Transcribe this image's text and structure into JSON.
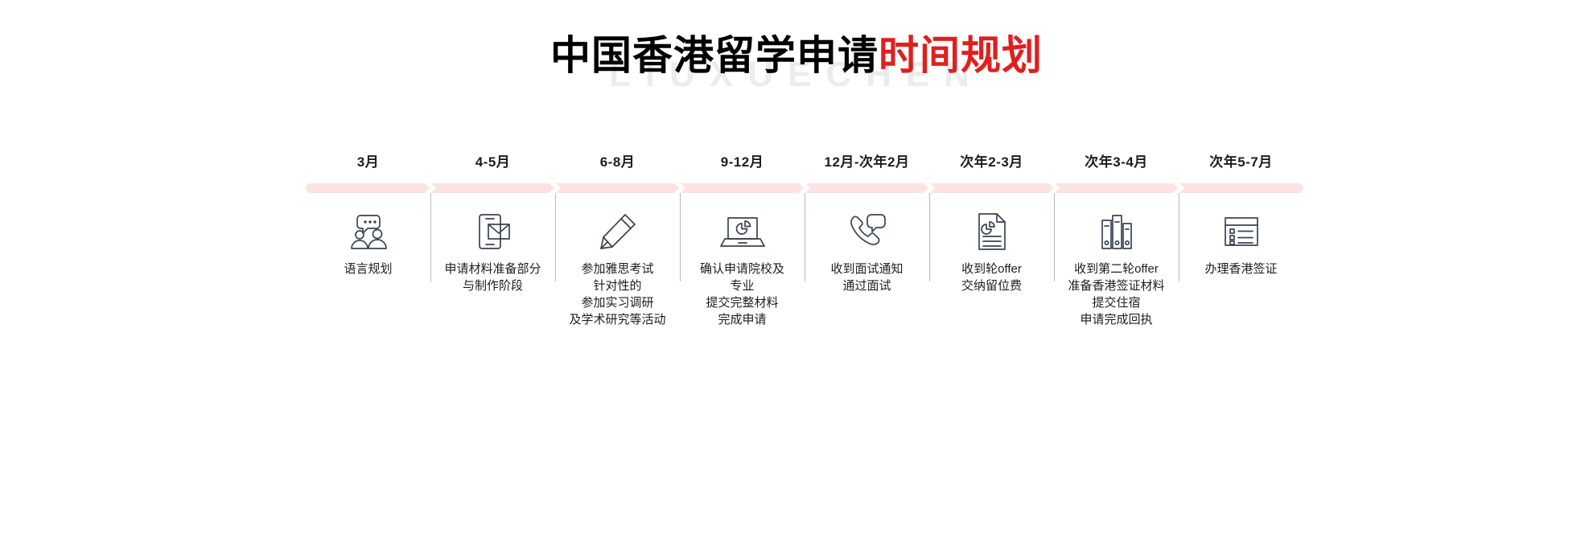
{
  "title": {
    "black_part": "中国香港留学申请",
    "red_part": "时间规划",
    "watermark": "LIUXUECHEN",
    "red_color": "#e01f1f",
    "black_color": "#000000"
  },
  "theme": {
    "bar_color": "#fbe3e4",
    "divider_color": "#b9b9bd",
    "icon_color": "#3a4352",
    "background": "#ffffff"
  },
  "timeline": {
    "steps": [
      {
        "month": "3月",
        "icon": "people-chat-icon",
        "desc": "语言规划"
      },
      {
        "month": "4-5月",
        "icon": "phone-envelope-icon",
        "desc": "申请材料准备部分\n与制作阶段"
      },
      {
        "month": "6-8月",
        "icon": "pencil-icon",
        "desc": "参加雅思考试\n针对性的\n参加实习调研\n及学术研究等活动"
      },
      {
        "month": "9-12月",
        "icon": "laptop-chart-icon",
        "desc": "确认申请院校及\n专业\n提交完整材料\n完成申请"
      },
      {
        "month": "12月-次年2月",
        "icon": "phone-call-icon",
        "desc": "收到面试通知\n通过面试"
      },
      {
        "month": "次年2-3月",
        "icon": "document-chart-icon",
        "desc": "收到轮offer\n交纳留位费"
      },
      {
        "month": "次年3-4月",
        "icon": "binders-icon",
        "desc": "收到第二轮offer\n准备香港签证材料\n提交住宿\n申请完成回执"
      },
      {
        "month": "次年5-7月",
        "icon": "checklist-icon",
        "desc": "办理香港签证"
      }
    ]
  }
}
